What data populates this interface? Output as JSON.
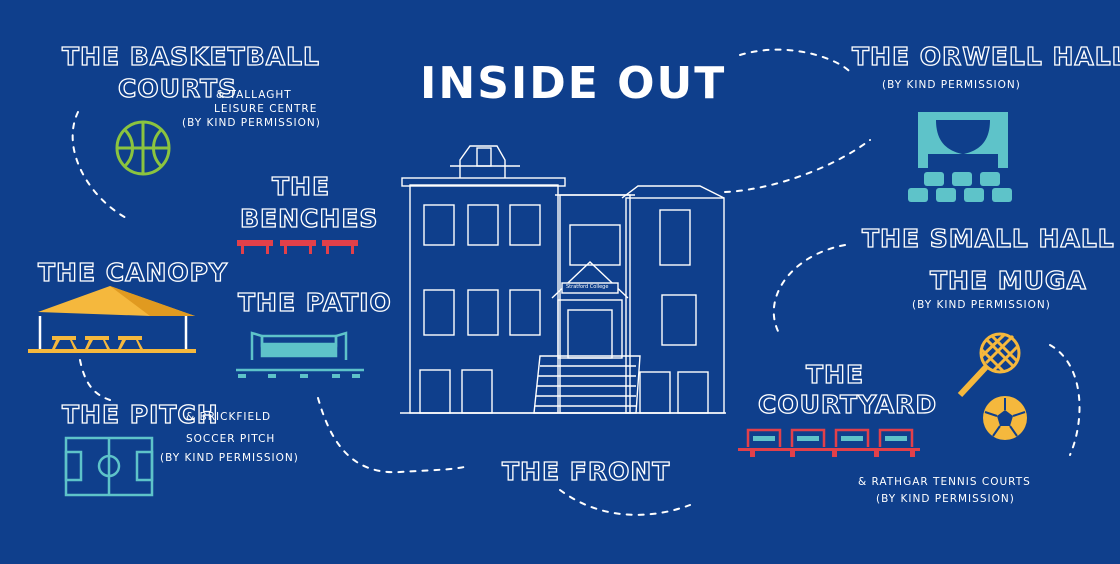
{
  "title": "INSIDE OUT",
  "labels": {
    "basketball_1": "THE BASKETBALL",
    "basketball_2": "COURTS",
    "basketball_note_1": "& TALLAGHT",
    "basketball_note_2": "LEISURE CENTRE",
    "basketball_note_3": "(BY KIND PERMISSION)",
    "benches_1": "THE",
    "benches_2": "BENCHES",
    "canopy": "THE CANOPY",
    "patio": "THE PATIO",
    "pitch": "THE PITCH",
    "pitch_note_1": "& BRICKFIELD",
    "pitch_note_2": "SOCCER PITCH",
    "pitch_note_3": "(BY KIND PERMISSION)",
    "front": "THE FRONT",
    "orwell": "THE ORWELL HALL",
    "orwell_note": "(BY KIND PERMISSION)",
    "small_hall": "THE SMALL HALL",
    "muga": "THE MUGA",
    "muga_note": "(BY KIND PERMISSION)",
    "courtyard_1": "THE",
    "courtyard_2": "COURTYARD",
    "rathgar_1": "& RATHGAR TENNIS COURTS",
    "rathgar_2": "(BY KIND PERMISSION)",
    "sign": "Stratford College"
  },
  "colors": {
    "background": "#0f3f8c",
    "outline": "#ffffff",
    "green": "#8bc43f",
    "red": "#e2404a",
    "teal": "#5ec3c9",
    "yellow": "#f5b83d"
  }
}
